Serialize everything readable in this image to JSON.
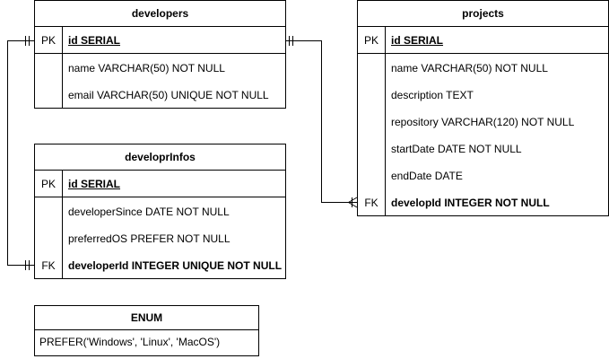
{
  "developers": {
    "title": "developers",
    "pk_label": "PK",
    "pk_field": "id SERIAL",
    "fields": [
      "name VARCHAR(50) NOT NULL",
      "email VARCHAR(50) UNIQUE NOT NULL"
    ]
  },
  "projects": {
    "title": "projects",
    "pk_label": "PK",
    "pk_field": "id SERIAL",
    "fields": [
      "name VARCHAR(50) NOT NULL",
      "description TEXT",
      "repository VARCHAR(120) NOT NULL",
      "startDate DATE NOT NULL",
      "endDate DATE"
    ],
    "fk_label": "FK",
    "fk_field": "developId INTEGER NOT NULL"
  },
  "developrinfos": {
    "title": "developrInfos",
    "pk_label": "PK",
    "pk_field": "id SERIAL",
    "fields": [
      "developerSince DATE NOT NULL",
      "preferredOS PREFER NOT NULL"
    ],
    "fk_label": "FK",
    "fk_field": "developerId INTEGER UNIQUE NOT NULL"
  },
  "enum_box": {
    "title": "ENUM",
    "value": "PREFER('Windows', 'Linux', 'MacOS')"
  }
}
